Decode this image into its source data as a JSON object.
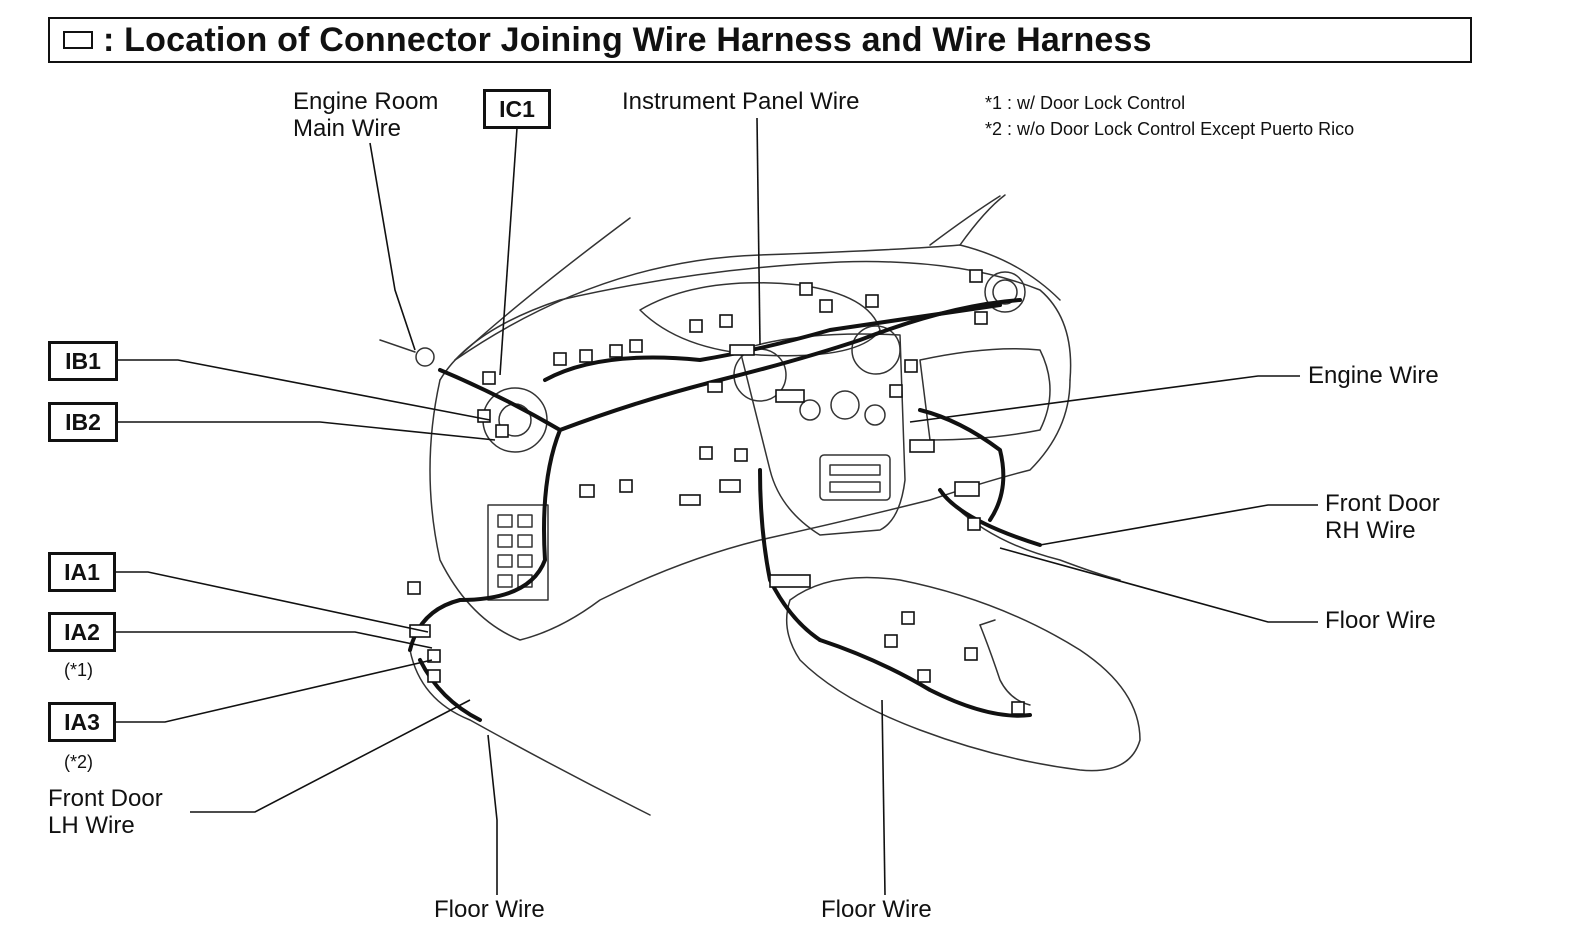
{
  "header": {
    "symbol_icon": "square-outline-icon",
    "title": ": Location of Connector Joining Wire Harness and Wire Harness"
  },
  "connectors": {
    "ic1": "IC1",
    "ib1": "IB1",
    "ib2": "IB2",
    "ia1": "IA1",
    "ia2": "IA2",
    "ia3": "IA3"
  },
  "wire_labels": {
    "engine_room_main_line1": "Engine Room",
    "engine_room_main_line2": "Main Wire",
    "instrument_panel": "Instrument Panel Wire",
    "engine": "Engine Wire",
    "front_door_rh_line1": "Front Door",
    "front_door_rh_line2": "RH Wire",
    "floor_right": "Floor Wire",
    "front_door_lh_line1": "Front Door",
    "front_door_lh_line2": "LH Wire",
    "floor_bottom_left": "Floor Wire",
    "floor_bottom_center": "Floor Wire"
  },
  "footnotes": {
    "note1": "*1 : w/ Door Lock Control",
    "note2": "*2 : w/o Door Lock Control Except Puerto Rico",
    "ia2_ref": "(*1)",
    "ia3_ref": "(*2)"
  }
}
